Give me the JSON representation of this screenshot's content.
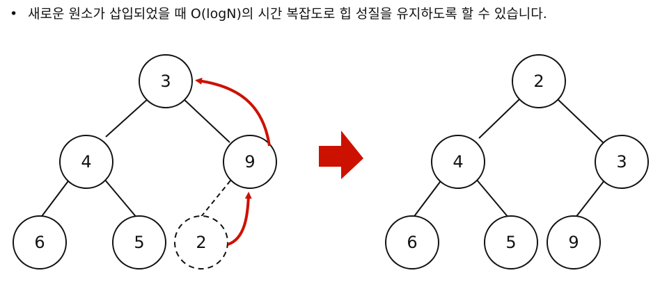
{
  "caption": {
    "bullet": "•",
    "text": "새로운 원소가 삽입되었을 때 O(logN)의 시간 복잡도로 힙 성질을 유지하도록 할 수 있습니다."
  },
  "colors": {
    "accent": "#cc1100",
    "stroke": "#111111",
    "background": "#ffffff"
  },
  "before_tree": {
    "nodes": [
      {
        "id": "root",
        "label": "3"
      },
      {
        "id": "left",
        "label": "4"
      },
      {
        "id": "right",
        "label": "9"
      },
      {
        "id": "left-left",
        "label": "6"
      },
      {
        "id": "left-right",
        "label": "5"
      },
      {
        "id": "right-left",
        "label": "2",
        "style": "dashed"
      }
    ]
  },
  "after_tree": {
    "nodes": [
      {
        "id": "root",
        "label": "2"
      },
      {
        "id": "left",
        "label": "4"
      },
      {
        "id": "right",
        "label": "3"
      },
      {
        "id": "left-left",
        "label": "6"
      },
      {
        "id": "left-right",
        "label": "5"
      },
      {
        "id": "right-left",
        "label": "9"
      }
    ]
  }
}
